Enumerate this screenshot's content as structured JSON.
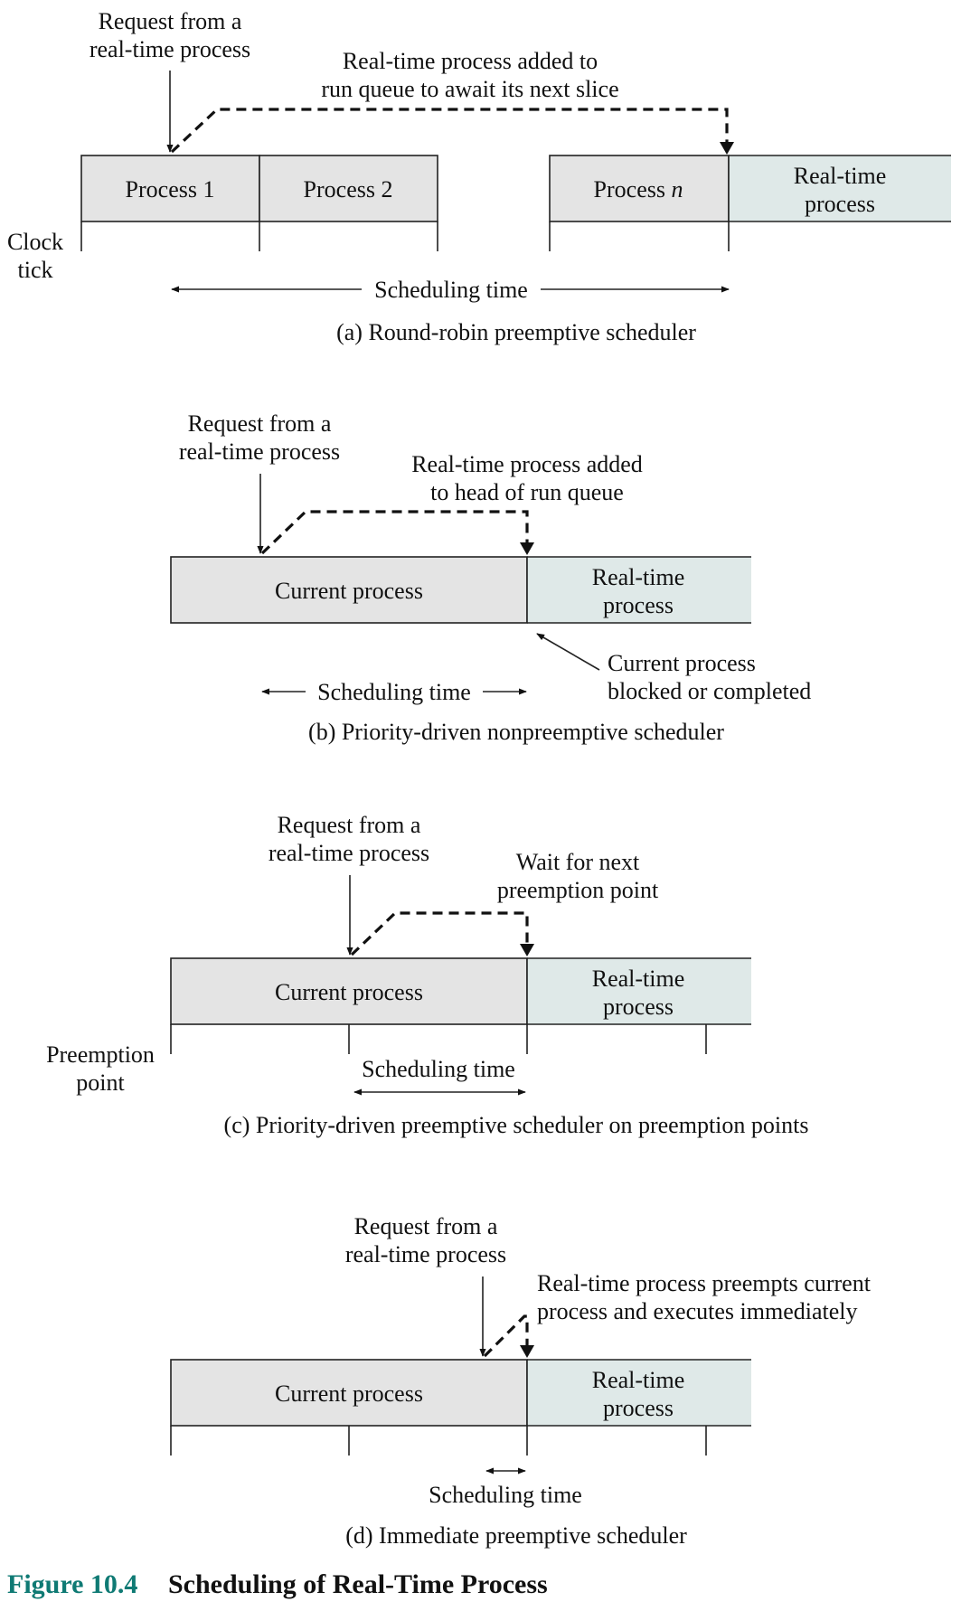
{
  "panel_a": {
    "request_label_1": "Request from a",
    "request_label_2": "real-time process",
    "note_1": "Real-time process added to",
    "note_2": "run queue to await its next slice",
    "process_1": "Process 1",
    "process_2": "Process 2",
    "process_n_prefix": "Process ",
    "process_n_var": "n",
    "rt_1": "Real-time",
    "rt_2": "process",
    "clock_1": "Clock",
    "clock_2": "tick",
    "sched": "Scheduling time",
    "caption": "(a) Round-robin preemptive scheduler"
  },
  "panel_b": {
    "request_label_1": "Request from a",
    "request_label_2": "real-time process",
    "note_1": "Real-time process added",
    "note_2": "to head of run queue",
    "current": "Current process",
    "rt_1": "Real-time",
    "rt_2": "process",
    "blocked_1": "Current process",
    "blocked_2": "blocked or completed",
    "sched": "Scheduling time",
    "caption": "(b) Priority-driven nonpreemptive scheduler"
  },
  "panel_c": {
    "request_label_1": "Request from a",
    "request_label_2": "real-time process",
    "note_1": "Wait for next",
    "note_2": "preemption point",
    "current": "Current process",
    "rt_1": "Real-time",
    "rt_2": "process",
    "preempt_1": "Preemption",
    "preempt_2": "point",
    "sched": "Scheduling time",
    "caption": "(c) Priority-driven preemptive scheduler on preemption points"
  },
  "panel_d": {
    "request_label_1": "Request from a",
    "request_label_2": "real-time process",
    "note_1": "Real-time process preempts current",
    "note_2": "process and executes immediately",
    "current": "Current process",
    "rt_1": "Real-time",
    "rt_2": "process",
    "sched": "Scheduling time",
    "caption": "(d) Immediate preemptive scheduler"
  },
  "figure": {
    "number": "Figure 10.4",
    "title": "Scheduling of Real-Time Process"
  },
  "colors": {
    "process_fill": "#e4e4e4",
    "realtime_fill": "#dfe9e8",
    "figure_number": "#0f7a74"
  }
}
